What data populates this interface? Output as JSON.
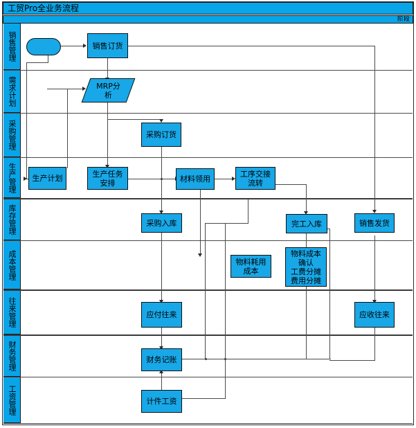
{
  "window": {
    "title": "工贸Pro全业务流程",
    "stage_label": "阶段",
    "accent_color": "#0aa5e8",
    "node_color": "#18a8e8",
    "line_color": "#4a4a4a"
  },
  "lanes": [
    {
      "label": "销售管理"
    },
    {
      "label": "需求计划"
    },
    {
      "label": "采购管理"
    },
    {
      "label": "生产管理"
    },
    {
      "label": "库存管理"
    },
    {
      "label": "成本管理"
    },
    {
      "label": "往来管理"
    },
    {
      "label": "财务管理"
    },
    {
      "label": "工资管理"
    }
  ],
  "nodes": [
    {
      "id": "start",
      "label": "",
      "shape": "rounded",
      "lane": "销售管理"
    },
    {
      "id": "sales_order",
      "label": "销售订货",
      "shape": "rect",
      "lane": "销售管理"
    },
    {
      "id": "mrp",
      "label": "MRP分\n析",
      "shape": "parallelogram",
      "lane": "需求计划"
    },
    {
      "id": "po",
      "label": "采购订货",
      "shape": "rect",
      "lane": "采购管理"
    },
    {
      "id": "prod_plan",
      "label": "生产计划",
      "shape": "rect",
      "lane": "生产管理"
    },
    {
      "id": "prod_task",
      "label": "生产任务\n安排",
      "shape": "rect",
      "lane": "生产管理"
    },
    {
      "id": "mat_issue",
      "label": "材料领用",
      "shape": "rect",
      "lane": "生产管理"
    },
    {
      "id": "op_transfer",
      "label": "工序交接\n流转",
      "shape": "rect",
      "lane": "生产管理"
    },
    {
      "id": "po_in",
      "label": "采购入库",
      "shape": "rect",
      "lane": "库存管理"
    },
    {
      "id": "fg_in",
      "label": "完工入库",
      "shape": "rect",
      "lane": "库存管理"
    },
    {
      "id": "sales_out",
      "label": "销售发货",
      "shape": "rect",
      "lane": "库存管理"
    },
    {
      "id": "mat_cost",
      "label": "物料耗用\n成本",
      "shape": "rect",
      "lane": "成本管理"
    },
    {
      "id": "cost_conf",
      "label": "物料成本\n确认\n工费分摊\n费用分摊",
      "shape": "rect",
      "lane": "成本管理"
    },
    {
      "id": "ap",
      "label": "应付往来",
      "shape": "rect",
      "lane": "往来管理"
    },
    {
      "id": "ar",
      "label": "应收往来",
      "shape": "rect",
      "lane": "往来管理"
    },
    {
      "id": "fin_post",
      "label": "财务记账",
      "shape": "rect",
      "lane": "财务管理"
    },
    {
      "id": "piece_wage",
      "label": "计件工资",
      "shape": "rect",
      "lane": "工资管理"
    }
  ]
}
